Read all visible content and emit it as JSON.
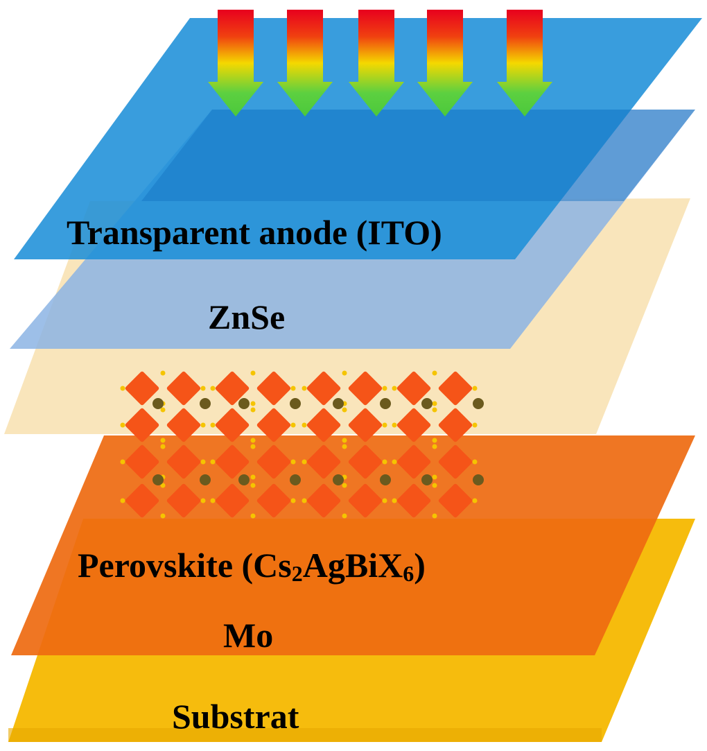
{
  "diagram": {
    "layers": [
      {
        "id": "substrate",
        "label": "Substrat",
        "color": "#F5B800"
      },
      {
        "id": "mo",
        "label": "Mo",
        "color": "#EE6A10"
      },
      {
        "id": "perovskite",
        "label_main": "Perovskite (Cs",
        "label_sub1": "2",
        "label_mid": "AgBiX",
        "label_sub2": "6",
        "label_end": ")",
        "color": "#F7DEA8"
      },
      {
        "id": "znse",
        "label": "ZnSe",
        "color": "#8CB4E4"
      },
      {
        "id": "ito",
        "label": "Transparent anode (ITO)",
        "color": "#1E8FD8"
      }
    ],
    "light_arrows": {
      "count": 5,
      "colors": [
        "#E8001E",
        "#F5D800",
        "#4CD040"
      ],
      "icon": "down-arrow-icon"
    },
    "crystal": {
      "octahedron_color": "#F55418",
      "cation_color": "#6B5A1E",
      "halide_color": "#F5C400"
    }
  }
}
